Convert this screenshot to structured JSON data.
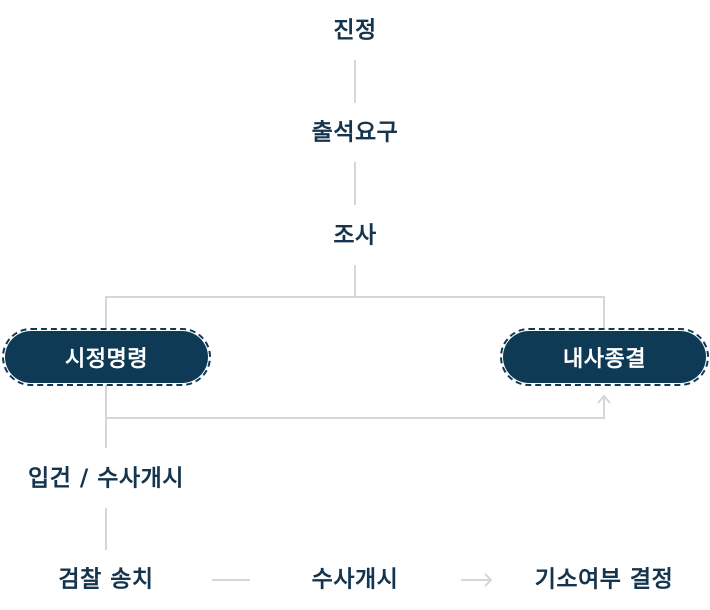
{
  "nodes": {
    "jinjeong": "진정",
    "chulseok": "출석요구",
    "josa": "조사",
    "sijeong": "시정명령",
    "naesa": "내사종결",
    "ipgeon": "입건 / 수사개시",
    "geomchal": "검찰 송치",
    "susa": "수사개시",
    "giso": "기소여부 결정"
  },
  "colors": {
    "node_fill": "#0f3a56",
    "text": "#15344d",
    "connector": "#d6d6d6"
  }
}
